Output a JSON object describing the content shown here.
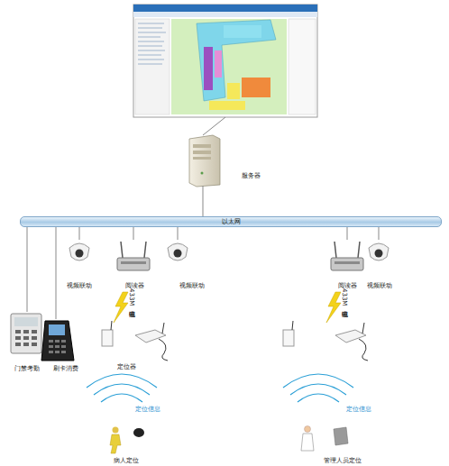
{
  "diagram": {
    "nodes": [
      {
        "text": [
          "服务器"
        ]
      },
      {
        "text": [
          "以太网"
        ]
      },
      {
        "text": [
          "视频联动"
        ]
      },
      {
        "text": [
          "阅读器"
        ]
      },
      {
        "text": [
          "视频联动"
        ]
      },
      {
        "text": [
          "阅读器"
        ]
      },
      {
        "text": [
          "视频联动"
        ]
      },
      {
        "text": [
          "门禁考勤"
        ]
      },
      {
        "text": [
          "刷卡消费"
        ]
      },
      {
        "text": [
          "定位器"
        ]
      },
      {
        "text": [
          "病人定位"
        ]
      },
      {
        "text": [
          "管理人员定位"
        ]
      }
    ],
    "edges": [
      {
        "from": 0,
        "to": 1,
        "arrow": "none"
      },
      {
        "from": 1,
        "to": 2,
        "arrow": "none"
      },
      {
        "from": 1,
        "to": 3,
        "arrow": "none"
      },
      {
        "from": 1,
        "to": 4,
        "arrow": "none"
      },
      {
        "from": 1,
        "to": 5,
        "arrow": "none"
      },
      {
        "from": 1,
        "to": 6,
        "arrow": "none"
      },
      {
        "from": 1,
        "to": 7,
        "arrow": "none"
      },
      {
        "from": 1,
        "to": 8,
        "arrow": "none"
      }
    ],
    "labels": [
      "433M电磁波",
      "433M电磁波",
      "定位信息",
      "定位信息"
    ]
  }
}
